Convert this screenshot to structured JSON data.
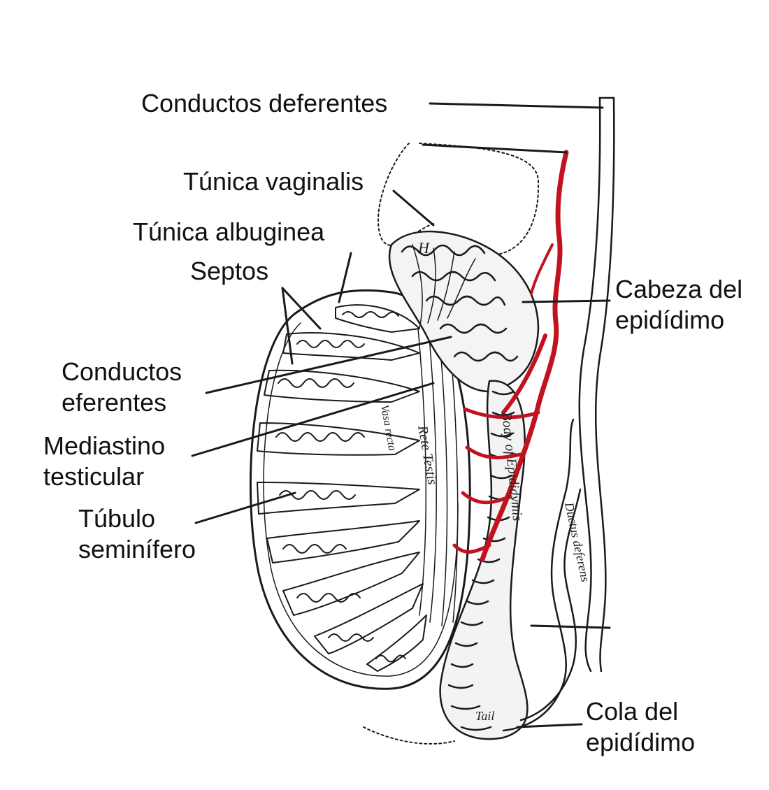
{
  "labels": {
    "conductos_deferentes": "Conductos deferentes",
    "tunica_vaginalis": "Túnica vaginalis",
    "tunica_albuginea": "Túnica albuginea",
    "septos": "Septos",
    "conductos_eferentes_1": "Conductos",
    "conductos_eferentes_2": "eferentes",
    "mediastino_1": "Mediastino",
    "mediastino_2": "testicular",
    "tubulo_1": "Túbulo",
    "tubulo_2": "seminífero",
    "cabeza_1": "Cabeza del",
    "cabeza_2": "epidídimo",
    "cola_1": "Cola del",
    "cola_2": "epidídimo"
  },
  "engraved_text": {
    "head": "H",
    "rete_testis": "Rete Testis",
    "vasa_recta": "Vasa recta",
    "body_of_epididymis": "Body of Epididymis",
    "ductus_deferens": "Ductus deferens",
    "tail": "Tail"
  },
  "colors": {
    "vessel": "#c1121f",
    "ink": "#1a1a1a",
    "background": "#ffffff"
  }
}
